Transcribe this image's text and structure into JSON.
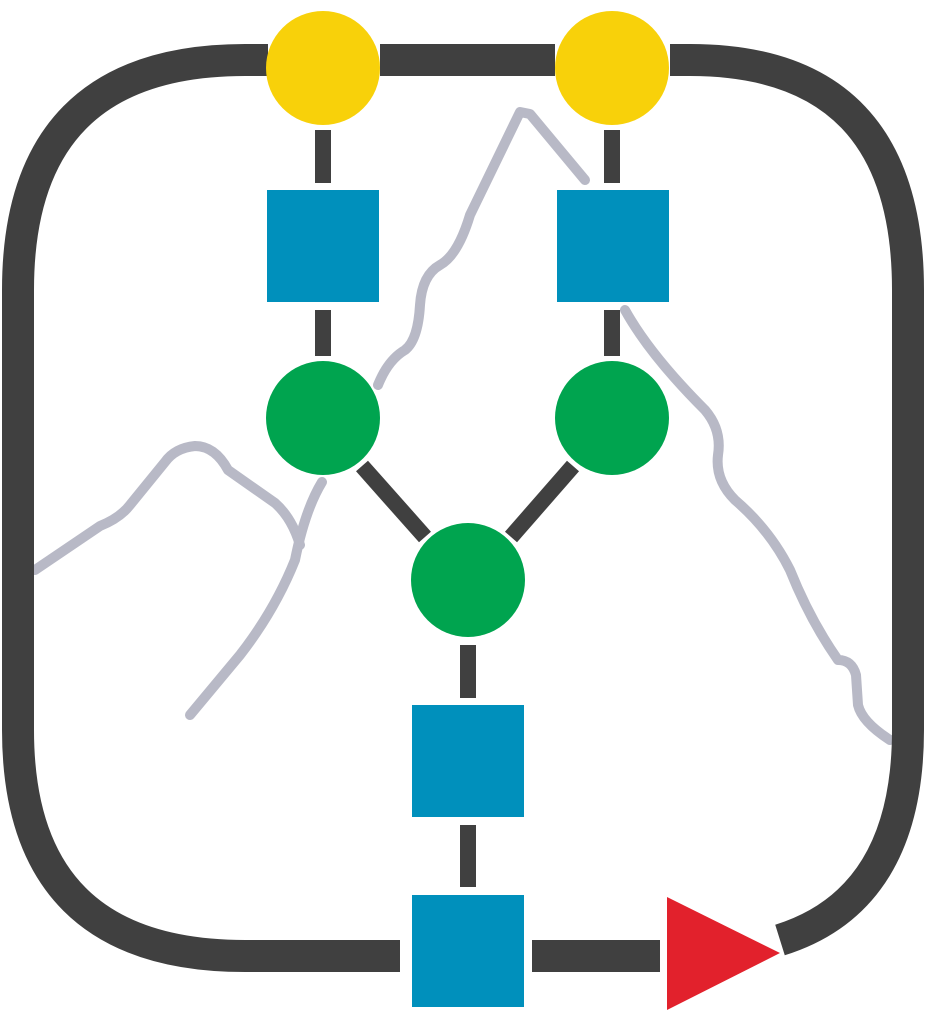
{
  "logo": {
    "description_symbols": [
      "galactose",
      "n-acetylglucosamine",
      "mannose",
      "fucose"
    ],
    "colors": {
      "frame": "#404040",
      "mountain": "#b8b9c6",
      "galactose": "#f8d10a",
      "n_acetylglucosamine": "#0090bc",
      "mannose": "#00a44f",
      "fucose": "#e2212c",
      "linkage": "#404040"
    }
  }
}
